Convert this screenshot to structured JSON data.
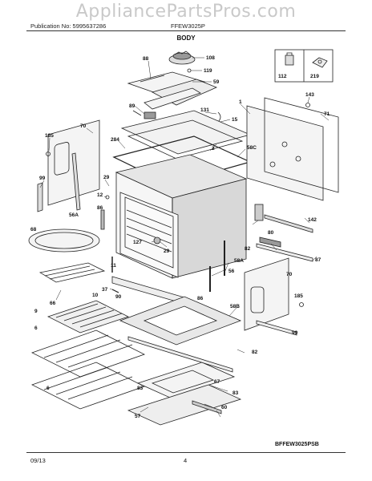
{
  "header": {
    "watermark": "AppliancePartsPros.com",
    "publication": "Publication No: 5995637286",
    "model": "FFEW3025P",
    "title": "BODY"
  },
  "diagram_code": "BFFEW3025PSB",
  "footer": {
    "date": "09/13",
    "page": "4"
  },
  "callouts": {
    "c88": "88",
    "c108": "108",
    "c119": "119",
    "c59": "59",
    "c89": "89",
    "c131": "131",
    "c15": "15",
    "c143": "143",
    "c1": "1",
    "c71": "71",
    "c185a": "185",
    "c70a": "70",
    "c284": "284",
    "c2": "2",
    "c58c": "58C",
    "c99a": "99",
    "c29a": "29",
    "c12": "12",
    "c86a": "86",
    "c56a": "56A",
    "c142": "142",
    "c80": "80",
    "c68": "68",
    "c127": "127",
    "c29b": "29",
    "c82a": "82",
    "c87": "87",
    "c11": "11",
    "c58a": "58A",
    "c56": "56",
    "c66": "66",
    "c37": "37",
    "c90": "90",
    "c86b": "86",
    "c70b": "70",
    "c10": "10",
    "c185b": "185",
    "c9": "9",
    "c6a": "6",
    "c58b": "58B",
    "c99b": "99",
    "c82b": "82",
    "c6b": "6",
    "c83a": "83",
    "c67": "67",
    "c83b": "83",
    "c57": "57",
    "c60": "60",
    "c112": "112",
    "c219": "219"
  }
}
